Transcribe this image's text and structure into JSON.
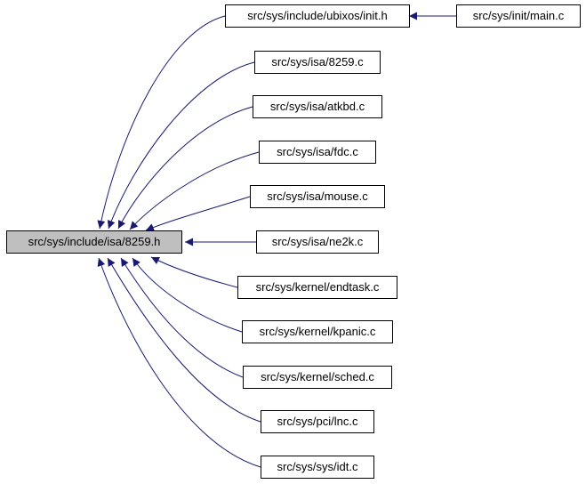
{
  "graph": {
    "center": {
      "label": "src/sys/include/isa/8259.h"
    },
    "includers": [
      {
        "label": "src/sys/include/ubixos/init.h"
      },
      {
        "label": "src/sys/isa/8259.c"
      },
      {
        "label": "src/sys/isa/atkbd.c"
      },
      {
        "label": "src/sys/isa/fdc.c"
      },
      {
        "label": "src/sys/isa/mouse.c"
      },
      {
        "label": "src/sys/isa/ne2k.c"
      },
      {
        "label": "src/sys/kernel/endtask.c"
      },
      {
        "label": "src/sys/kernel/kpanic.c"
      },
      {
        "label": "src/sys/kernel/sched.c"
      },
      {
        "label": "src/sys/pci/lnc.c"
      },
      {
        "label": "src/sys/sys/idt.c"
      }
    ],
    "secondary": {
      "label": "src/sys/init/main.c"
    },
    "colors": {
      "edge": "#191970",
      "highlight_fill": "#bfbfbf",
      "node_fill": "#ffffff",
      "border": "#000000",
      "background": "#ffffff"
    }
  }
}
